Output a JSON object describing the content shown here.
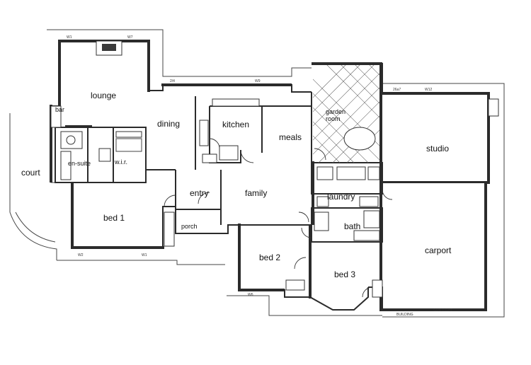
{
  "rooms": {
    "lounge": "lounge",
    "dining": "dining",
    "kitchen": "kitchen",
    "meals": "meals",
    "garden_room": "garden\nroom",
    "studio": "studio",
    "court": "court",
    "bar": "bar",
    "ensuite": "en-suite",
    "wir": "w.i.r.",
    "bed1": "bed 1",
    "entry": "entry",
    "family": "family",
    "laundry": "laundry",
    "bath": "bath",
    "porch": "porch",
    "bed2": "bed 2",
    "bed3": "bed 3",
    "carport": "carport"
  }
}
